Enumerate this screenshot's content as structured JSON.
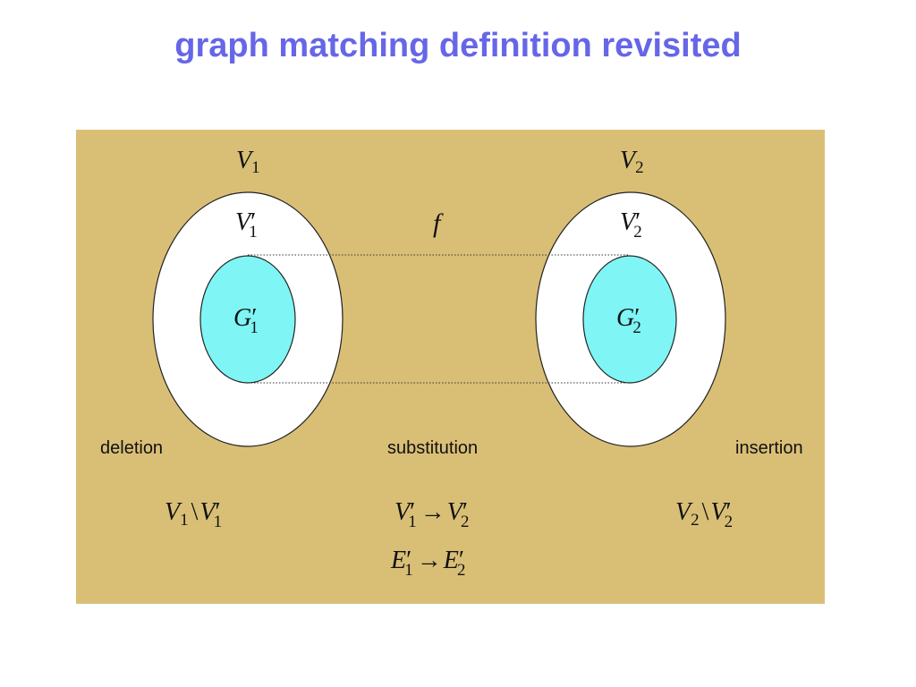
{
  "title": "graph matching definition revisited",
  "colors": {
    "title": "#6666e8",
    "panel": "#d9bf76",
    "outer_set": "#ffffff",
    "inner_set": "#7ff5f5",
    "stroke": "#222222"
  },
  "left": {
    "set": {
      "base": "V",
      "sub": "1"
    },
    "subset": {
      "base": "V",
      "prime": "′",
      "sub": "1"
    },
    "graph": {
      "base": "G",
      "prime": "′",
      "sub": "1"
    }
  },
  "right": {
    "set": {
      "base": "V",
      "sub": "2"
    },
    "subset": {
      "base": "V",
      "prime": "′",
      "sub": "2"
    },
    "graph": {
      "base": "G",
      "prime": "′",
      "sub": "2"
    }
  },
  "mapping": {
    "symbol": "f"
  },
  "operations": {
    "deletion": {
      "label": "deletion",
      "formula": {
        "a": "V",
        "a_sub": "1",
        "op": "\\",
        "b": "V",
        "b_prime": "′",
        "b_sub": "1"
      }
    },
    "substitution": {
      "label": "substitution",
      "formula_vertices": {
        "a": "V",
        "a_prime": "′",
        "a_sub": "1",
        "op": "→",
        "b": "V",
        "b_prime": "′",
        "b_sub": "2"
      },
      "formula_edges": {
        "a": "E",
        "a_prime": "′",
        "a_sub": "1",
        "op": "→",
        "b": "E",
        "b_prime": "′",
        "b_sub": "2"
      }
    },
    "insertion": {
      "label": "insertion",
      "formula": {
        "a": "V",
        "a_sub": "2",
        "op": "\\",
        "b": "V",
        "b_prime": "′",
        "b_sub": "2"
      }
    }
  }
}
